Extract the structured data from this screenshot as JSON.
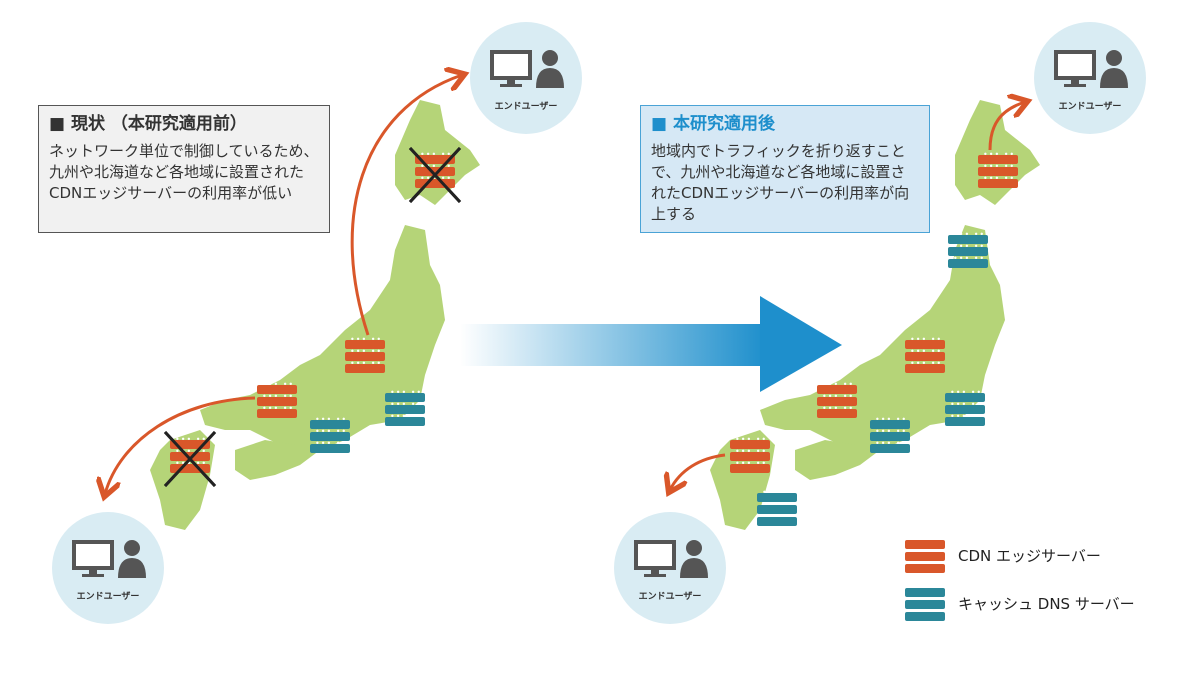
{
  "before": {
    "title": "■ 現状 （本研究適用前）",
    "body": "ネットワーク単位で制御しているため、九州や北海道など各地域に設置されたCDNエッジサーバーの利用率が低い"
  },
  "after": {
    "title": "■ 本研究適用後",
    "body": "地域内でトラフィックを折り返すことで、九州や北海道など各地域に設置されたCDNエッジサーバーの利用率が向上する"
  },
  "end_user_label": "エンドユーザー",
  "legend": {
    "cdn": "CDN エッジサーバー",
    "dns": "キャッシュ DNS サーバー"
  },
  "colors": {
    "cdn": "#d9572a",
    "dns": "#2b8799",
    "map": "#b5d478",
    "arrow": "#1e8fcc"
  }
}
